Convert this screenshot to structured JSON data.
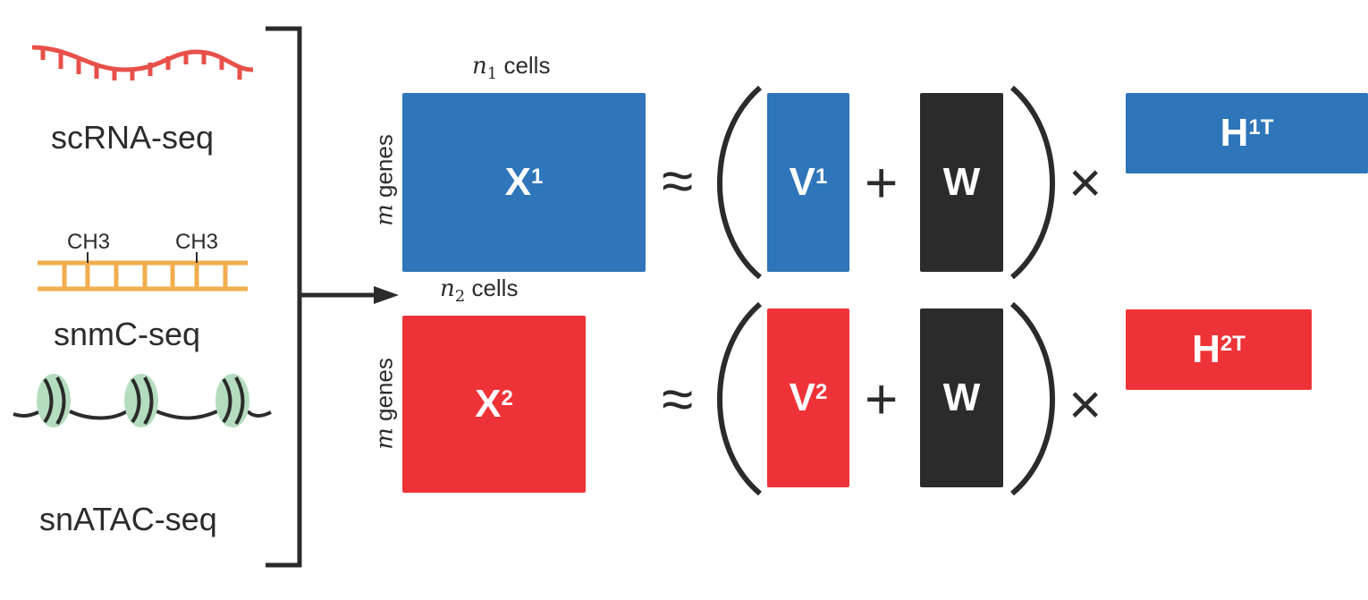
{
  "colors": {
    "blue": "#2E75B9",
    "red": "#EE3338",
    "black": "#2B2B2B",
    "rna": "#E8504A",
    "methyl": "#F2AD4E",
    "nucleosome": "#B4DDBF"
  },
  "modalities": [
    {
      "label": "scRNA-seq",
      "icon": "rna-strand-icon"
    },
    {
      "label": "snmC-seq",
      "icon": "methylated-dna-icon",
      "annotations": [
        "CH3",
        "CH3"
      ]
    },
    {
      "label": "snATAC-seq",
      "icon": "nucleosome-chromatin-icon"
    }
  ],
  "dataset1": {
    "cells_var": "n",
    "cells_sub": "1",
    "cells_text": "cells",
    "genes_var": "m",
    "genes_text": "genes",
    "X": "X",
    "X_sup": "1",
    "V": "V",
    "V_sup": "1",
    "W": "W",
    "H": "H",
    "H_sup": "1T"
  },
  "dataset2": {
    "cells_var": "n",
    "cells_sub": "2",
    "cells_text": "cells",
    "genes_var": "m",
    "genes_text": "genes",
    "X": "X",
    "X_sup": "2",
    "V": "V",
    "V_sup": "2",
    "W": "W",
    "H": "H",
    "H_sup": "2T"
  },
  "operators": {
    "approx": "≈",
    "plus": "+",
    "times": "×"
  }
}
